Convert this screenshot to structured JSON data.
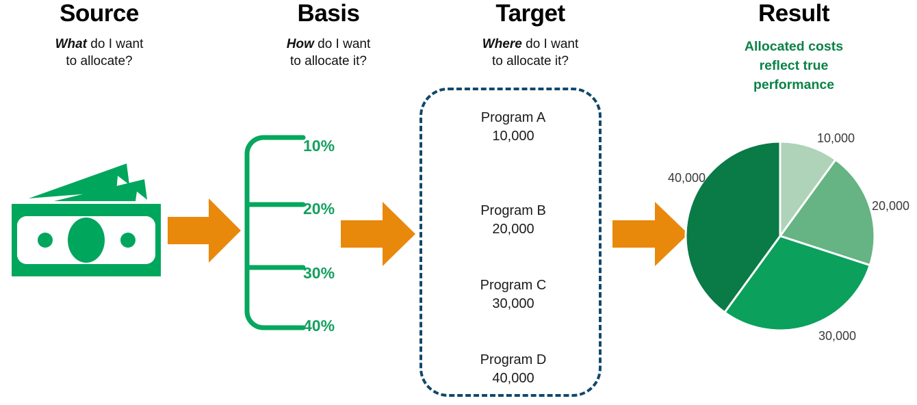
{
  "columns": [
    {
      "title": "Source",
      "sub_emphasis": "What",
      "sub_rest": " do I want",
      "sub_line2": "to allocate?"
    },
    {
      "title": "Basis",
      "sub_emphasis": "How",
      "sub_rest": " do I want",
      "sub_line2": "to allocate it?"
    },
    {
      "title": "Target",
      "sub_emphasis": "Where",
      "sub_rest": " do I want",
      "sub_line2": "to allocate it?"
    },
    {
      "title": "Result",
      "sub_line1": "Allocated costs",
      "sub_line2": "reflect true",
      "sub_line3": "performance"
    }
  ],
  "basis": {
    "percentages": [
      "10%",
      "20%",
      "30%",
      "40%"
    ]
  },
  "target": {
    "programs": [
      {
        "name": "Program A",
        "amount": "10,000"
      },
      {
        "name": "Program B",
        "amount": "20,000"
      },
      {
        "name": "Program C",
        "amount": "30,000"
      },
      {
        "name": "Program D",
        "amount": "40,000"
      }
    ]
  },
  "chart_data": {
    "type": "pie",
    "title": "Allocated costs reflect true performance",
    "labels": [
      "10,000",
      "20,000",
      "30,000",
      "40,000"
    ],
    "values": [
      10000,
      20000,
      30000,
      40000
    ],
    "percentages": [
      10,
      20,
      30,
      40
    ],
    "colors": [
      "#aed3b8",
      "#66b383",
      "#0ba05c",
      "#0a7a46"
    ],
    "slice_gap_color": "#ffffff",
    "legend": "none",
    "label_position": "outside"
  },
  "colors": {
    "money_green": "#00a65c",
    "bracket_green": "#06a75e",
    "percent_green": "#14a05f",
    "arrow_orange": "#e8890c",
    "target_border_navy": "#11486b",
    "result_green": "#0a8246",
    "text_black": "#111111"
  },
  "icons": {
    "money": "money-bills-icon",
    "arrow": "right-arrow-icon",
    "bracket": "bracket-icon",
    "pie": "pie-chart-icon"
  }
}
